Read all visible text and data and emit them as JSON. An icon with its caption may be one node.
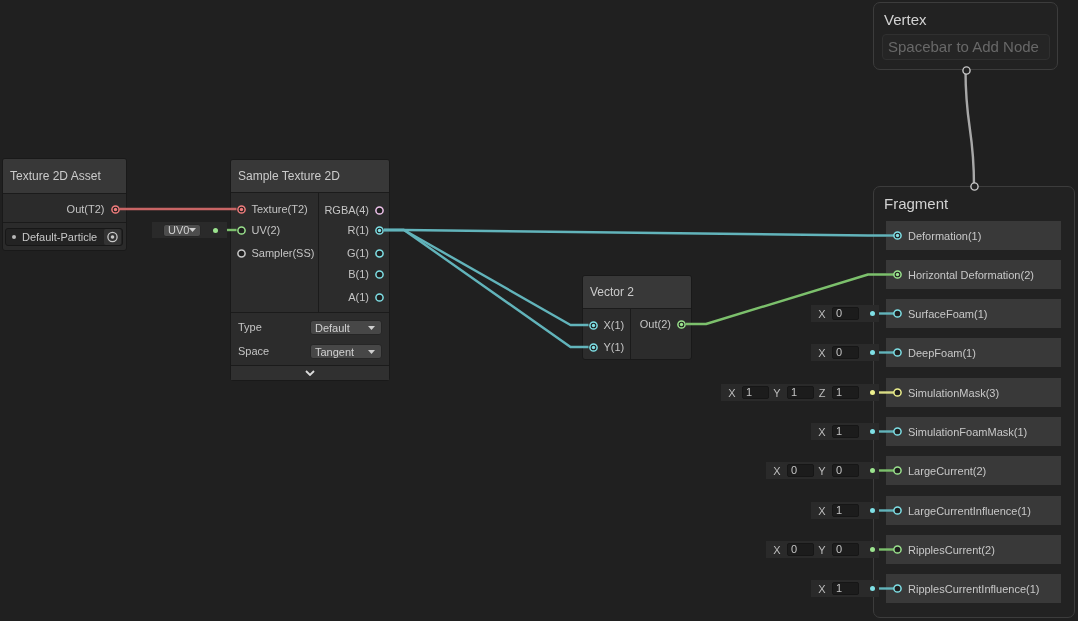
{
  "diagram": {
    "nodes": [
      {
        "text": [
          "Texture 2D Asset"
        ]
      },
      {
        "text": [
          "Out(T2)"
        ],
        "in": 0
      },
      {
        "text": [
          "Default-Particle"
        ],
        "in": 0
      },
      {
        "text": [
          "UV0"
        ]
      },
      {
        "text": [
          "Sample Texture 2D",
          "Type",
          "Space"
        ]
      },
      {
        "text": [
          "Texture(T2)"
        ],
        "in": 4
      },
      {
        "text": [
          "UV(2)"
        ],
        "in": 4
      },
      {
        "text": [
          "Sampler(SS)"
        ],
        "in": 4
      },
      {
        "text": [
          "RGBA(4)"
        ],
        "in": 4
      },
      {
        "text": [
          "R(1)"
        ],
        "in": 4
      },
      {
        "text": [
          "G(1)"
        ],
        "in": 4
      },
      {
        "text": [
          "B(1)"
        ],
        "in": 4
      },
      {
        "text": [
          "A(1)"
        ],
        "in": 4
      },
      {
        "text": [
          "Default"
        ],
        "in": 4
      },
      {
        "text": [
          "Tangent"
        ],
        "in": 4
      },
      {
        "text": [
          "Vector 2"
        ]
      },
      {
        "text": [
          "X(1)"
        ],
        "in": 15
      },
      {
        "text": [
          "Y(1)"
        ],
        "in": 15
      },
      {
        "text": [
          "Out(2)"
        ],
        "in": 15
      },
      {
        "text": [
          "Vertex"
        ]
      },
      {
        "text": [
          "Spacebar to Add Node"
        ],
        "in": 19
      },
      {
        "text": [
          "Fragment"
        ]
      },
      {
        "text": [
          "Deformation(1)"
        ],
        "in": 21
      },
      {
        "text": [
          "Horizontal Deformation(2)"
        ],
        "in": 21
      },
      {
        "text": [
          "SurfaceFoam(1)"
        ],
        "in": 21
      },
      {
        "text": [
          "DeepFoam(1)"
        ],
        "in": 21
      },
      {
        "text": [
          "SimulationMask(3)"
        ],
        "in": 21
      },
      {
        "text": [
          "SimulationFoamMask(1)"
        ],
        "in": 21
      },
      {
        "text": [
          "LargeCurrent(2)"
        ],
        "in": 21
      },
      {
        "text": [
          "LargeCurrentInfluence(1)"
        ],
        "in": 21
      },
      {
        "text": [
          "RipplesCurrent(2)"
        ],
        "in": 21
      },
      {
        "text": [
          "RipplesCurrentInfluence(1)"
        ],
        "in": 21
      },
      {
        "text": [
          "X",
          "0"
        ]
      },
      {
        "text": [
          "X",
          "0"
        ]
      },
      {
        "text": [
          "X",
          "1",
          "Y",
          "1",
          "Z",
          "1"
        ]
      },
      {
        "text": [
          "X",
          "1"
        ]
      },
      {
        "text": [
          "X",
          "0",
          "Y",
          "0"
        ]
      },
      {
        "text": [
          "X",
          "1"
        ]
      },
      {
        "text": [
          "X",
          "0",
          "Y",
          "0"
        ]
      },
      {
        "text": [
          "X",
          "1"
        ]
      }
    ],
    "edges": [
      {
        "from": 1,
        "to": 5,
        "arrow": "none",
        "color": "#c96565"
      },
      {
        "from": 3,
        "to": 6,
        "arrow": "none",
        "color": "#7cc06c"
      },
      {
        "from": 9,
        "to": 22,
        "arrow": "none"
      },
      {
        "from": 9,
        "to": 16,
        "arrow": "none"
      },
      {
        "from": 9,
        "to": 17,
        "arrow": "none"
      },
      {
        "from": 18,
        "to": 23,
        "arrow": "none",
        "color": "#7cc06c"
      },
      {
        "from": 19,
        "to": 21,
        "arrow": "none",
        "color": "#a8a8a8"
      },
      {
        "from": 32,
        "to": 24,
        "arrow": "none"
      },
      {
        "from": 33,
        "to": 25,
        "arrow": "none"
      },
      {
        "from": 34,
        "to": 26,
        "arrow": "none",
        "color": "#d9dc84"
      },
      {
        "from": 35,
        "to": 27,
        "arrow": "none"
      },
      {
        "from": 36,
        "to": 28,
        "arrow": "none",
        "color": "#7cc06c"
      },
      {
        "from": 37,
        "to": 29,
        "arrow": "none"
      },
      {
        "from": 38,
        "to": 30,
        "arrow": "none",
        "color": "#7cc06c"
      },
      {
        "from": 39,
        "to": 31,
        "arrow": "none"
      }
    ]
  }
}
